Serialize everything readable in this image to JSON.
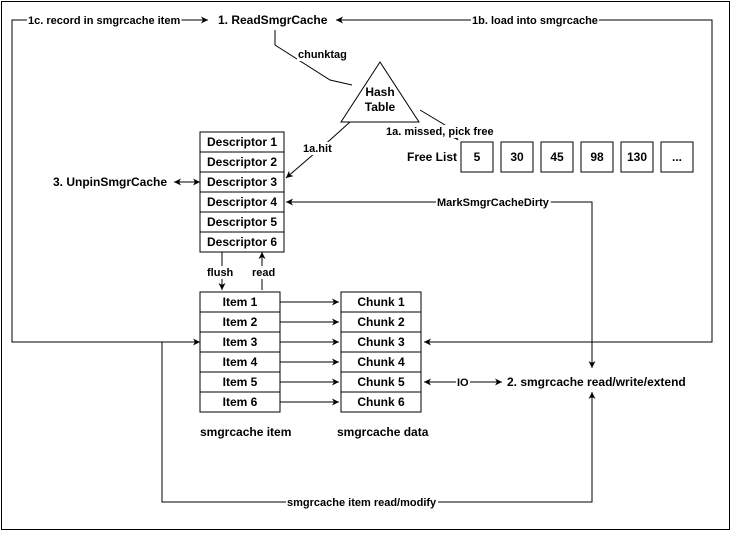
{
  "nodes": {
    "read_smgr_cache": "1. ReadSmgrCache",
    "unpin_smgr_cache": "3. UnpinSmgrCache",
    "smgrcache_rwe": "2. smgrcache read/write/extend",
    "hash_table_line1": "Hash",
    "hash_table_line2": "Table",
    "free_list_label": "Free List"
  },
  "free_list": [
    "5",
    "30",
    "45",
    "98",
    "130",
    "..."
  ],
  "descriptors": [
    "Descriptor  1",
    "Descriptor  2",
    "Descriptor  3",
    "Descriptor  4",
    "Descriptor  5",
    "Descriptor  6"
  ],
  "items": [
    "Item 1",
    "Item 2",
    "Item 3",
    "Item 4",
    "Item 5",
    "Item 6"
  ],
  "chunks": [
    "Chunk 1",
    "Chunk 2",
    "Chunk 3",
    "Chunk 4",
    "Chunk 5",
    "Chunk 6"
  ],
  "captions": {
    "items": "smgrcache item",
    "chunks": "smgrcache data"
  },
  "edge_labels": {
    "record": "1c. record in smgrcache item",
    "load": "1b. load into smgrcache",
    "chunktag": "chunktag",
    "missed": "1a. missed, pick free",
    "hit": "1a.hit",
    "mark_dirty": "MarkSmgrCacheDirty",
    "flush": "flush",
    "read": "read",
    "io": "IO",
    "item_rw": "smgrcache item read/modify"
  }
}
